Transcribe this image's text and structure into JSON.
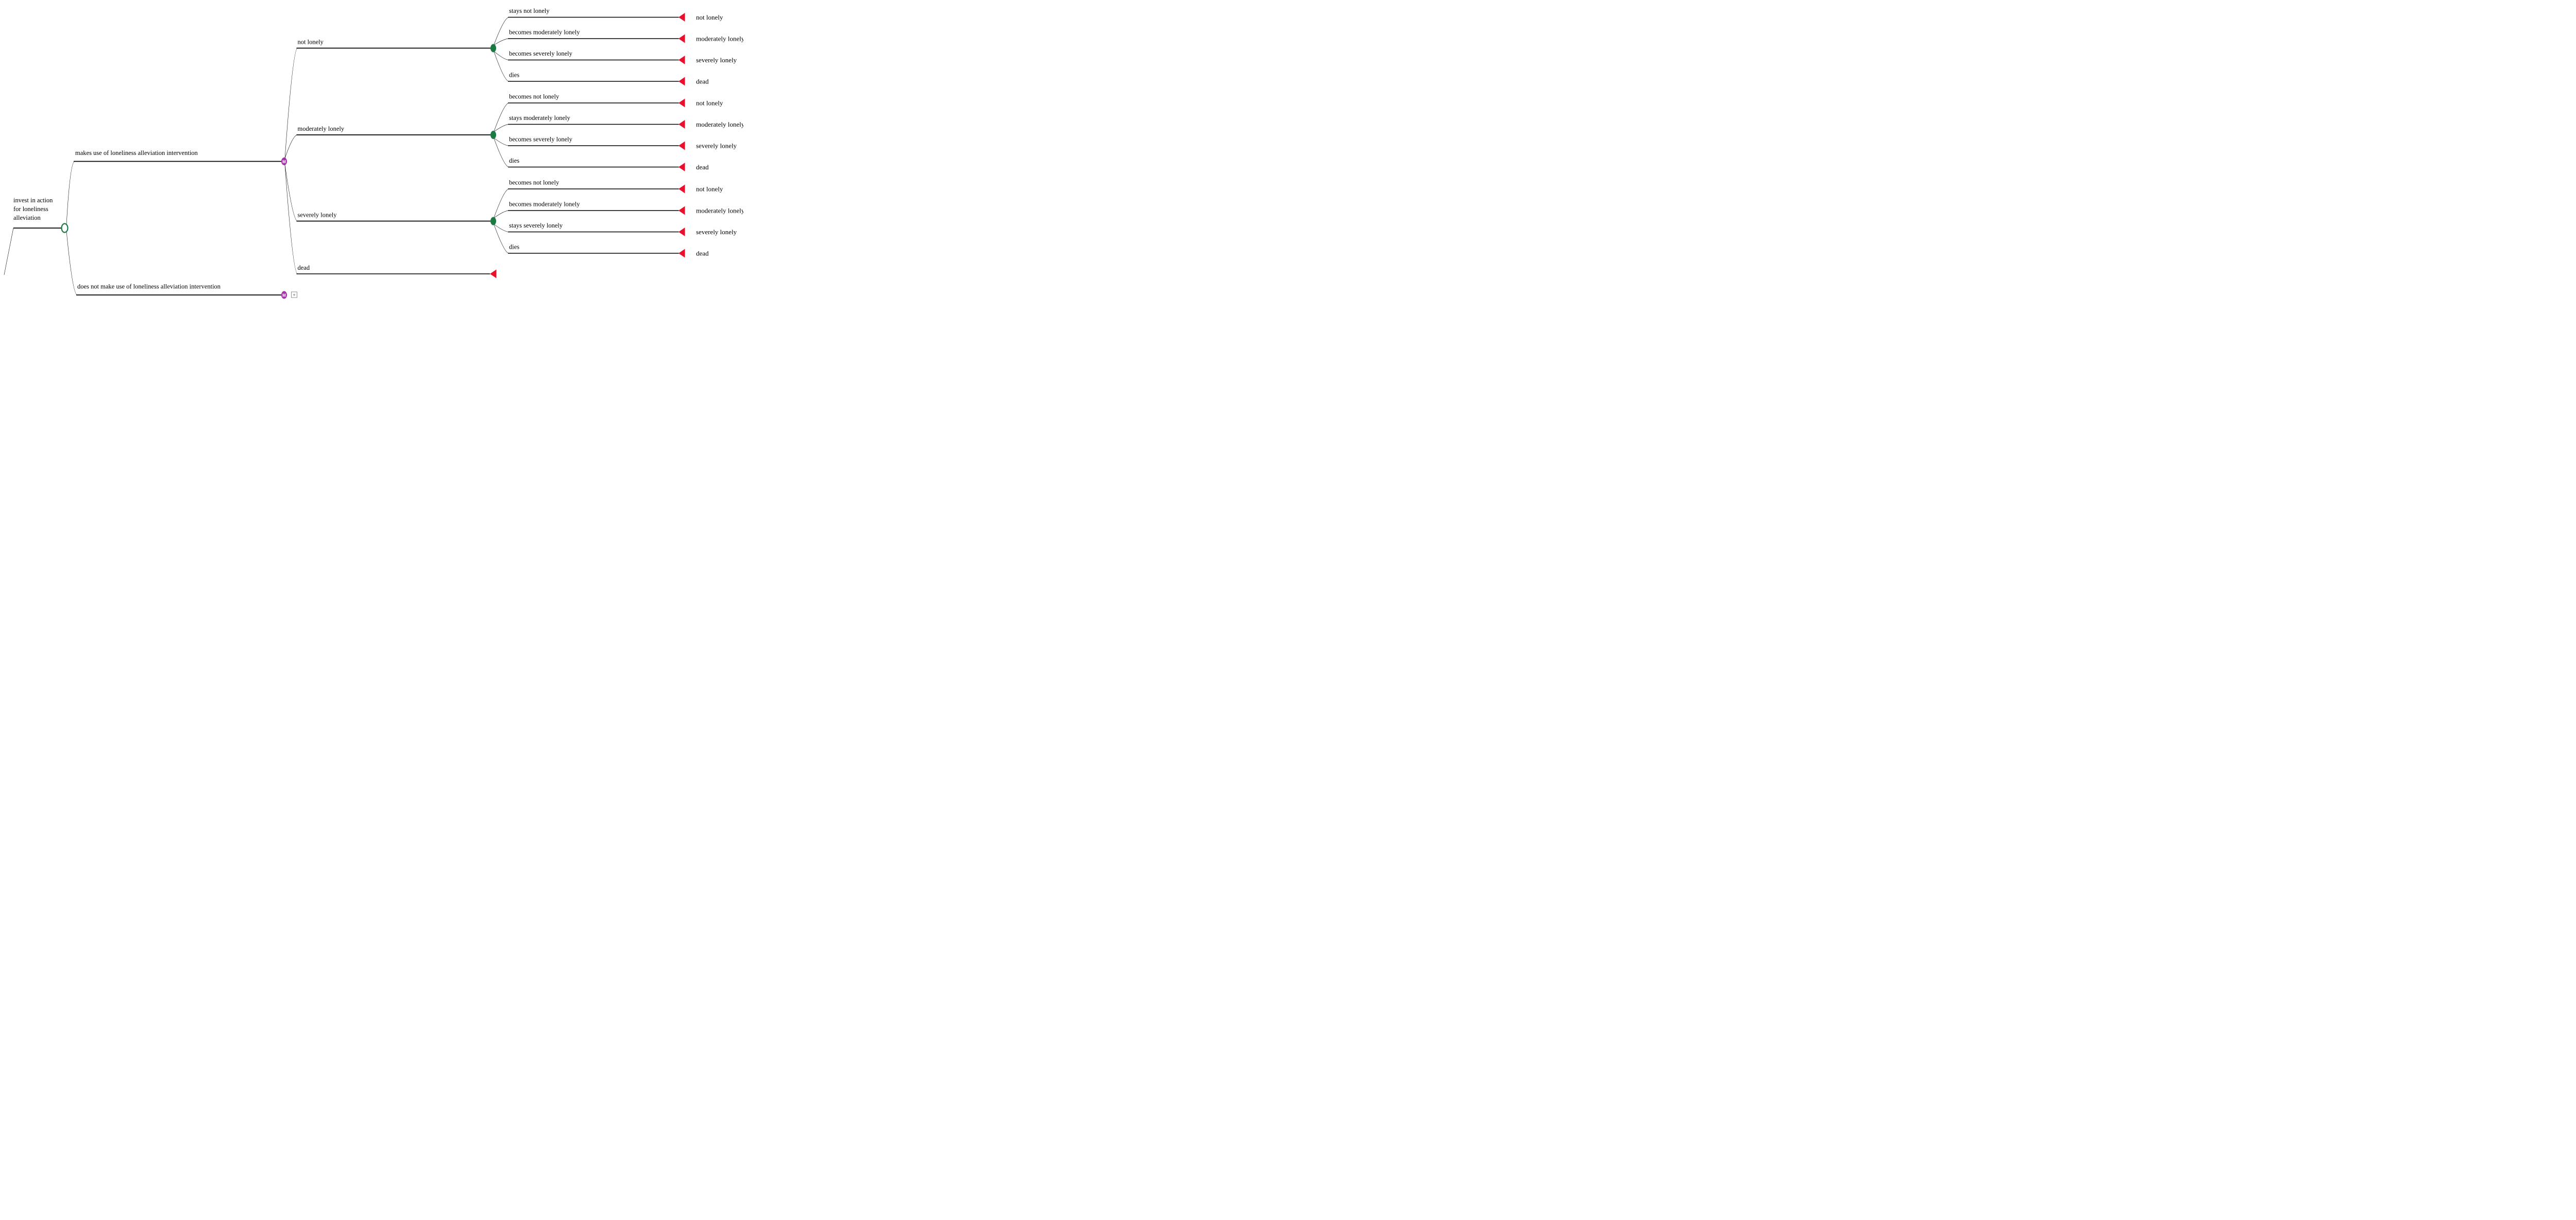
{
  "tree": {
    "markov_symbol": "M",
    "expand_symbol": "+",
    "root": {
      "label_lines": [
        "invest in action",
        "for loneliness",
        "alleviation"
      ],
      "node_symbol": "open-circle-chance-node"
    },
    "strategies": [
      {
        "label": "makes use of loneliness alleviation intervention",
        "node_symbol": "markov-node",
        "states": [
          {
            "label": "not lonely",
            "transitions": [
              {
                "label": "stays not lonely",
                "terminal": "not lonely"
              },
              {
                "label": "becomes moderately lonely",
                "terminal": "moderately lonely"
              },
              {
                "label": "becomes severely lonely",
                "terminal": "severely lonely"
              },
              {
                "label": "dies",
                "terminal": "dead"
              }
            ]
          },
          {
            "label": "moderately lonely",
            "transitions": [
              {
                "label": "becomes not lonely",
                "terminal": "not lonely"
              },
              {
                "label": "stays moderately lonely",
                "terminal": "moderately lonely"
              },
              {
                "label": "becomes severely lonely",
                "terminal": "severely lonely"
              },
              {
                "label": "dies",
                "terminal": "dead"
              }
            ]
          },
          {
            "label": "severely lonely",
            "transitions": [
              {
                "label": "becomes not lonely",
                "terminal": "not lonely"
              },
              {
                "label": "becomes moderately lonely",
                "terminal": "moderately lonely"
              },
              {
                "label": "stays severely lonely",
                "terminal": "severely lonely"
              },
              {
                "label": "dies",
                "terminal": "dead"
              }
            ]
          },
          {
            "label": "dead",
            "terminal": true
          }
        ]
      },
      {
        "label": "does not make use of loneliness alleviation intervention",
        "node_symbol": "markov-node",
        "collapsed": true
      }
    ]
  },
  "colors": {
    "chance_green": "#1a7a44",
    "markov_purple": "#a236a8",
    "terminal_red": "#e8112d",
    "line": "#000000",
    "connector": "#1a1a1a",
    "expand_border": "#8f8f8f",
    "node_fill_open": "#ffffff"
  }
}
